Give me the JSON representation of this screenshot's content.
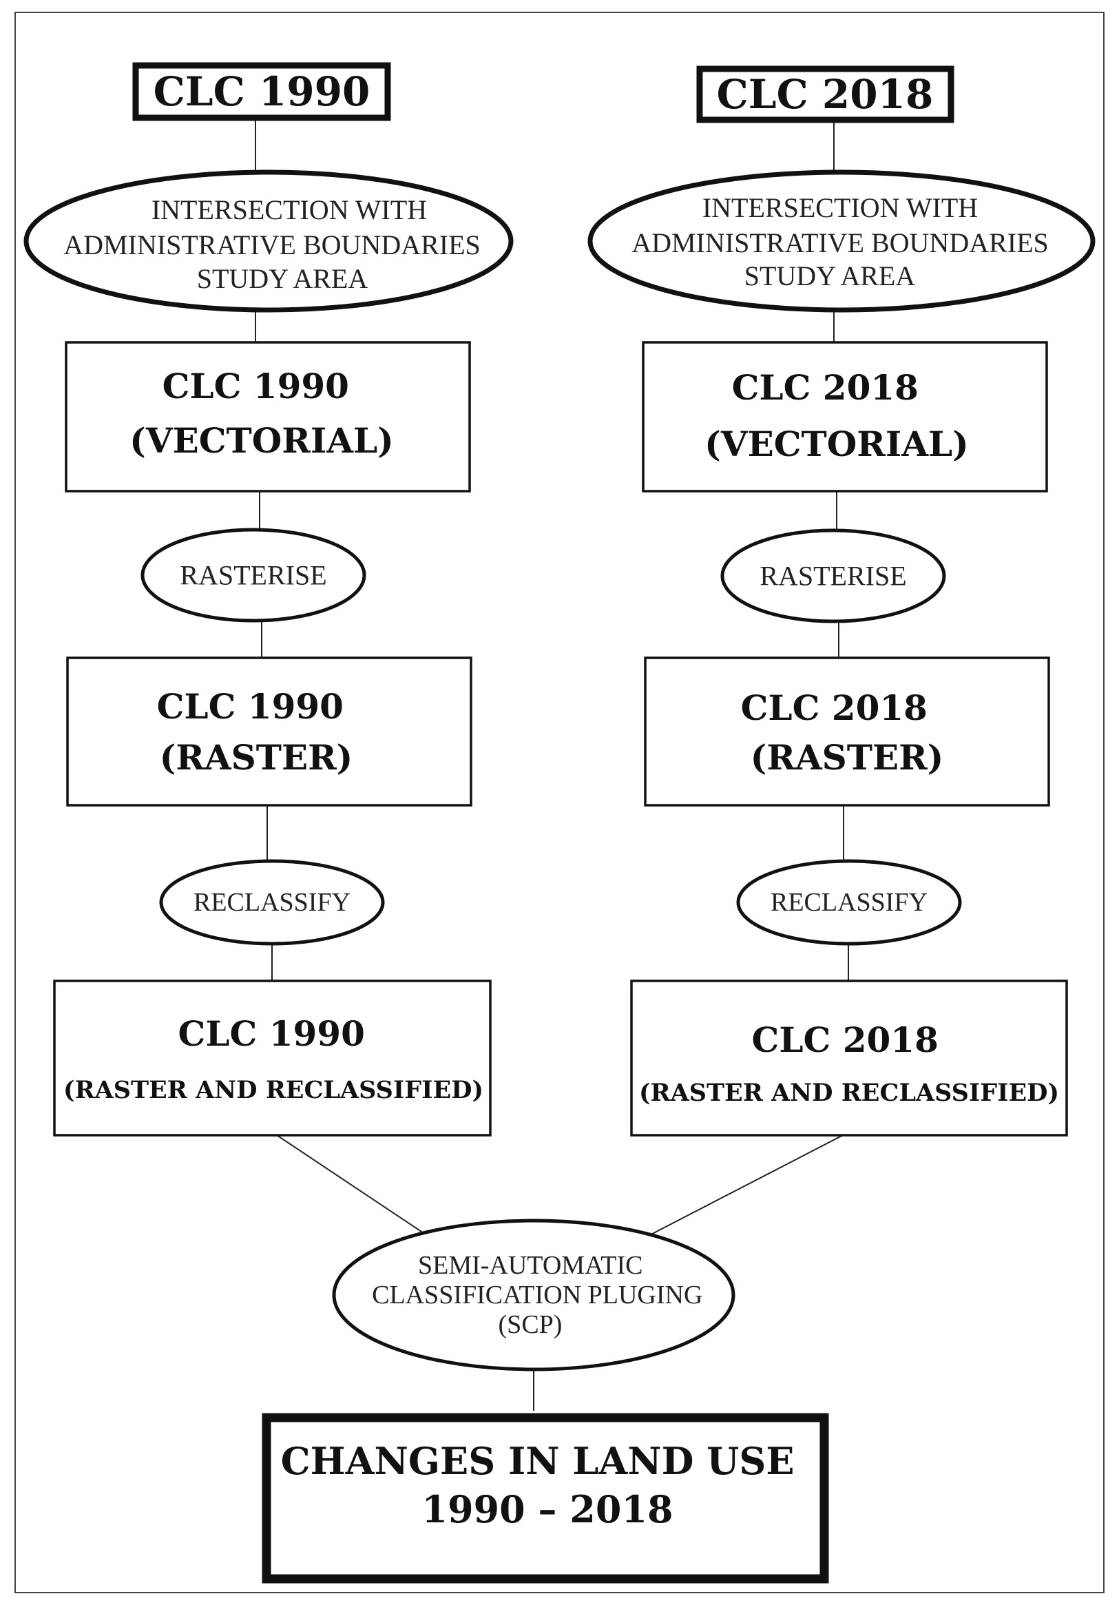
{
  "left_column": {
    "header": "CLC 1990",
    "intersection": [
      "INTERSECTION WITH",
      "ADMINISTRATIVE BOUNDARIES",
      "STUDY AREA"
    ],
    "vectorial": [
      "CLC 1990",
      "(VECTORIAL)"
    ],
    "rasterise": "RASTERISE",
    "raster": [
      "CLC 1990",
      "(RASTER)"
    ],
    "reclassify": "RECLASSIFY",
    "reclassified": [
      "CLC 1990",
      "(RASTER AND RECLASSIFIED)"
    ]
  },
  "right_column": {
    "header": "CLC 2018",
    "intersection": [
      "INTERSECTION WITH",
      "ADMINISTRATIVE BOUNDARIES",
      "STUDY AREA"
    ],
    "vectorial": [
      "CLC 2018",
      "(VECTORIAL)"
    ],
    "rasterise": "RASTERISE",
    "raster": [
      "CLC 2018",
      "(RASTER)"
    ],
    "reclassify": "RECLASSIFY",
    "reclassified": [
      "CLC 2018",
      "(RASTER AND RECLASSIFIED)"
    ]
  },
  "scp": [
    "SEMI-AUTOMATIC",
    "CLASSIFICATION PLUGING",
    "(SCP)"
  ],
  "result": [
    "CHANGES IN LAND USE",
    "1990 – 2018"
  ]
}
